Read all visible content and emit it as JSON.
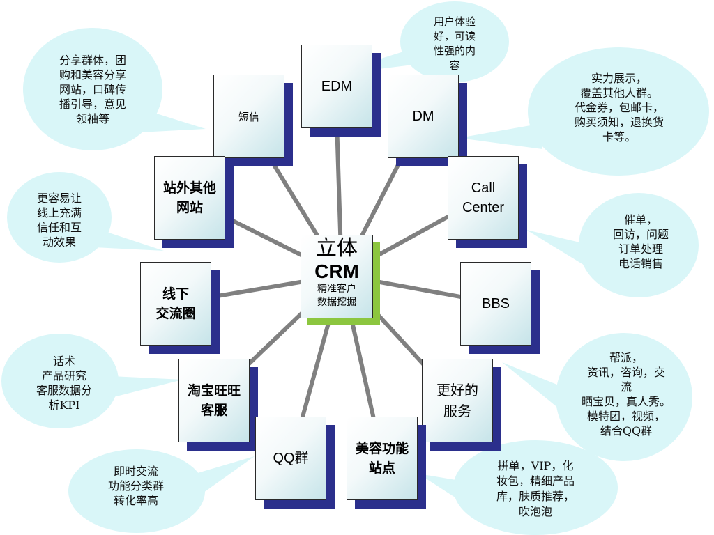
{
  "center": {
    "line1": "立体",
    "line2": "CRM",
    "line3": "精准客户",
    "line4": "数据挖掘"
  },
  "nodes": {
    "edm": "EDM",
    "sms": "短信",
    "dm": "DM",
    "callcenter_1": "Call",
    "callcenter_2": "Center",
    "bbs": "BBS",
    "better_service_1": "更好的",
    "better_service_2": "服务",
    "beauty_site_1": "美容功能",
    "beauty_site_2": "站点",
    "qq_group": "QQ群",
    "taobao_1": "淘宝旺旺",
    "taobao_2": "客服",
    "offline_1": "线下",
    "offline_2": "交流圈",
    "other_sites_1": "站外其他",
    "other_sites_2": "网站"
  },
  "callouts": {
    "edm": "用户体验\n好，可读\n性强的内\n容",
    "sms": "分享群体，团\n购和美容分享\n网站，口碑传\n播引导，意见\n领袖等",
    "dm": "实力展示，\n覆盖其他人群。\n代金券，包邮卡，\n购买须知，退换货\n卡等。",
    "other_sites": "更容易让\n线上充满\n信任和互\n动效果",
    "callcenter": "催单，\n回访，问题\n订单处理\n电话销售",
    "bbs": "帮派，\n资讯，咨询，交\n流\n晒宝贝，真人秀。\n模特团，视频，\n结合QQ群",
    "taobao": "话术\n产品研究\n客服数据分\n析KPI",
    "qq_group": "即时交流\n功能分类群\n转化率高",
    "beauty_site": "拼单，VIP，化\n妆包，精细产品\n库，肤质推荐，\n吹泡泡"
  },
  "colors": {
    "bubble": "#d9f6f8",
    "shadow": "#2b2f8c",
    "center_shadow": "#8cc63f",
    "connector": "#808080"
  }
}
